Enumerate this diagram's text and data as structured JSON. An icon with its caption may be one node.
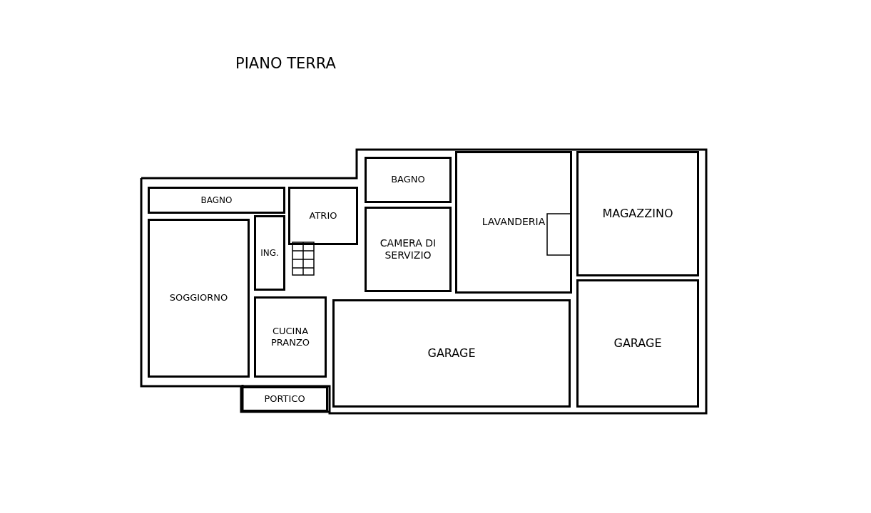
{
  "diagram": {
    "title": "PIANO TERRA",
    "nodes": [
      {
        "text": [
          "BAGNO"
        ]
      },
      {
        "text": [
          "ATRIO"
        ]
      },
      {
        "text": [
          "ING."
        ]
      },
      {
        "text": [
          "SOGGIORNO"
        ]
      },
      {
        "text": [
          "CUCINA PRANZO"
        ]
      },
      {
        "text": [
          "PORTICO"
        ]
      },
      {
        "text": [
          "BAGNO"
        ]
      },
      {
        "text": [
          "CAMERA DI SERVIZIO"
        ]
      },
      {
        "text": [
          "LAVANDERIA"
        ]
      },
      {
        "text": [
          "MAGAZZINO"
        ]
      },
      {
        "text": [
          "GARAGE"
        ]
      },
      {
        "text": [
          "GARAGE"
        ]
      }
    ]
  }
}
